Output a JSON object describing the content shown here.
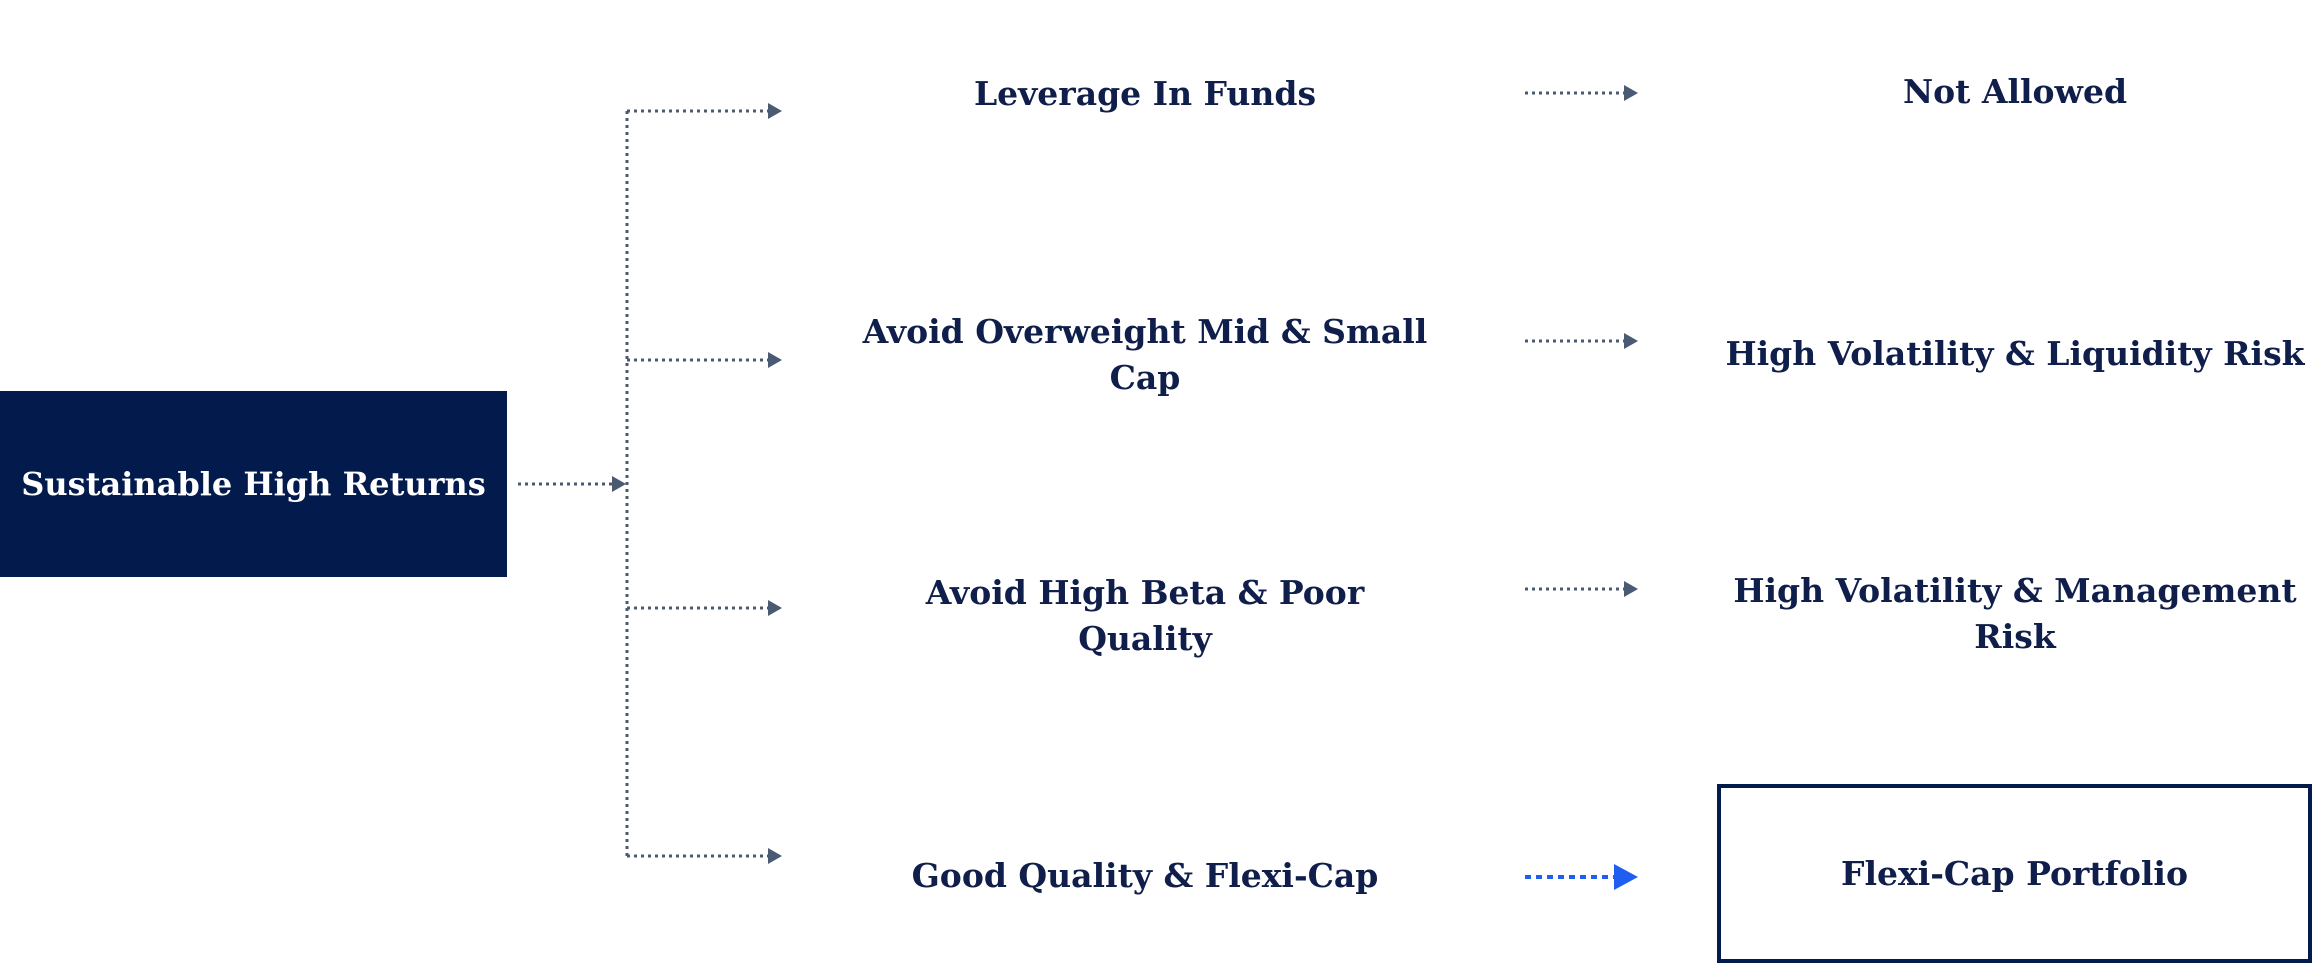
{
  "root": {
    "label": "Sustainable High Returns"
  },
  "rows": [
    {
      "strategy": "Leverage In Funds",
      "outcome": "Not Allowed",
      "highlighted": false
    },
    {
      "strategy": "Avoid Overweight Mid & Small Cap",
      "outcome": "High Volatility & Liquidity Risk",
      "highlighted": false
    },
    {
      "strategy": "Avoid High Beta & Poor Quality",
      "outcome": "High Volatility & Management Risk",
      "highlighted": false
    },
    {
      "strategy": "Good Quality & Flexi-Cap",
      "outcome": "Flexi-Cap Portfolio",
      "highlighted": true
    }
  ],
  "colors": {
    "root_fill": "#031a4c",
    "text": "#0f1e4a",
    "connector": "#4a5a72",
    "highlight_arrow": "#1f5ef0",
    "highlight_border": "#031a4c"
  }
}
